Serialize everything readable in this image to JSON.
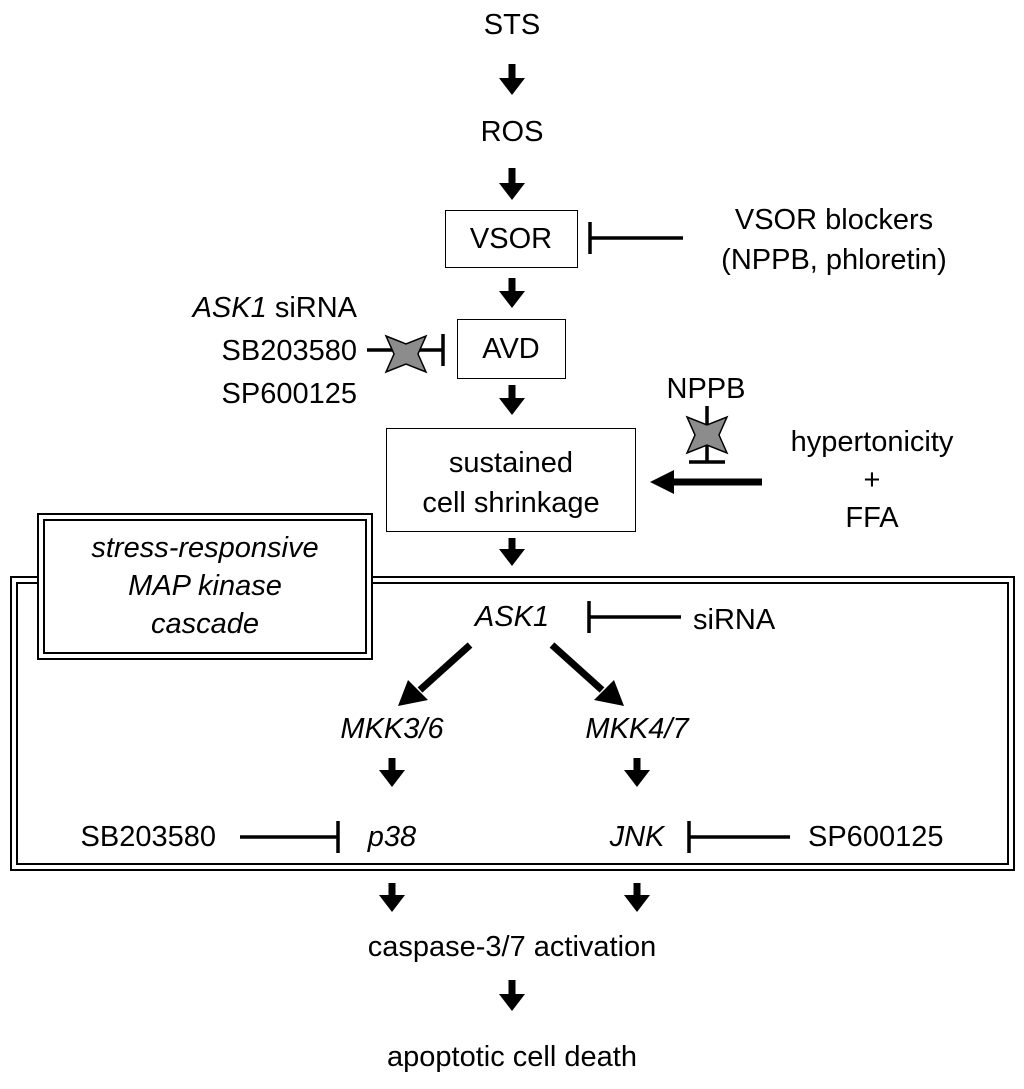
{
  "nodes": {
    "sts": "STS",
    "ros": "ROS",
    "vsor": "VSOR",
    "avd": "AVD",
    "shrink_line1": "sustained",
    "shrink_line2": "cell shrinkage",
    "ask1": "ASK1",
    "mkk36": "MKK3/6",
    "mkk47": "MKK4/7",
    "p38": "p38",
    "jnk": "JNK",
    "caspase": "caspase-3/7 activation",
    "death": "apoptotic cell death"
  },
  "inhibitors": {
    "vsor_blockers_line1": "VSOR blockers",
    "vsor_blockers_line2": "(NPPB, phloretin)",
    "ask1_sirna_gene": "ASK1",
    "ask1_sirna_suffix": " siRNA",
    "sb_left": "SB203580",
    "sp_left": "SP600125",
    "nppb": "NPPB",
    "sirna": "siRNA",
    "sb_bottom": "SB203580",
    "sp_bottom": "SP600125"
  },
  "stimulus": {
    "line1": "hypertonicity",
    "line2": "+",
    "line3": "FFA"
  },
  "cascade": {
    "line1": "stress-responsive",
    "line2": "MAP kinase",
    "line3": "cascade"
  },
  "colors": {
    "ink": "#000000",
    "cross_fill": "#8c8c8c",
    "background": "#ffffff"
  },
  "icons": [
    "down-arrow-icon",
    "inhibition-bar-icon",
    "cross-mark-icon"
  ]
}
